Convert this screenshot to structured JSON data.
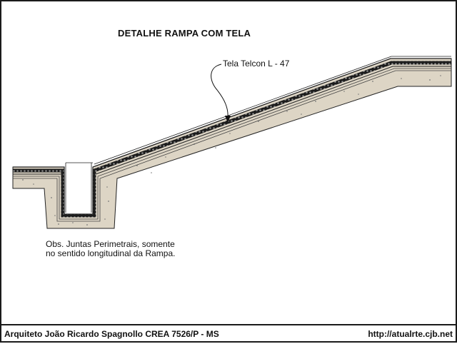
{
  "drawing": {
    "title": "DETALHE RAMPA COM TELA",
    "mesh_label": "Tela Telcon L - 47",
    "note": {
      "line1": "Obs. Juntas Perimetrais, somente",
      "line2": "no sentido longitudinal da Rampa."
    }
  },
  "footer": {
    "author": "Arquiteto João Ricardo Spagnollo CREA 7526/P - MS",
    "website": "http://atualrte.cjb.net"
  },
  "colors": {
    "concrete": "#ddd5c5",
    "mesh": "#1c1c1c",
    "line": "#222222"
  }
}
